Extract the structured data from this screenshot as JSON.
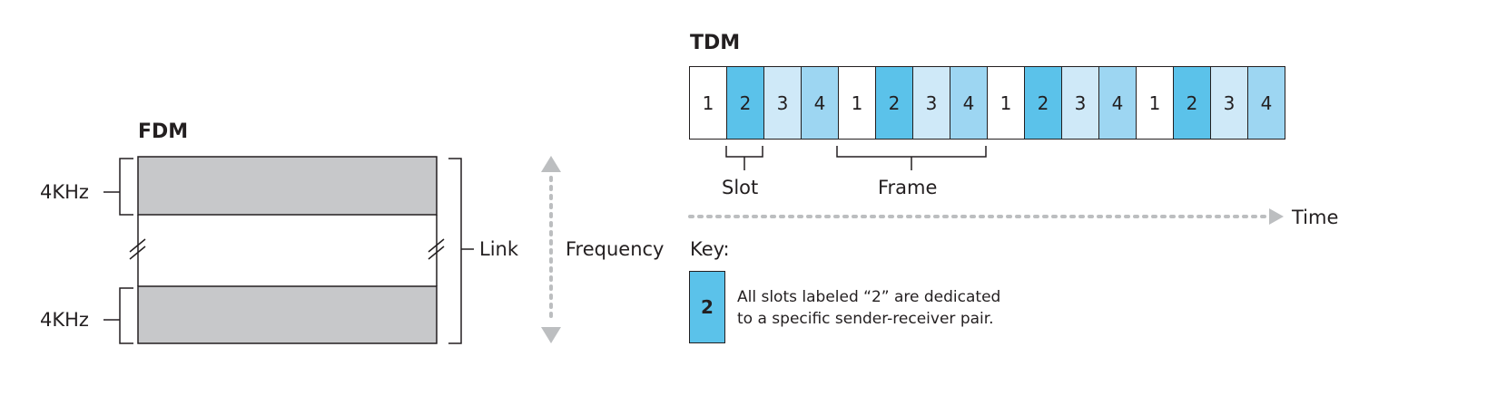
{
  "fdm": {
    "title": "FDM",
    "band_top_label": "4KHz",
    "band_bottom_label": "4KHz",
    "link_label": "Link",
    "frequency_label": "Frequency",
    "band_color": "#c7c8ca"
  },
  "tdm": {
    "title": "TDM",
    "slots": [
      "1",
      "2",
      "3",
      "4",
      "1",
      "2",
      "3",
      "4",
      "1",
      "2",
      "3",
      "4",
      "1",
      "2",
      "3",
      "4"
    ],
    "slot_colors": {
      "1": "#ffffff",
      "2": "#5bc2ea",
      "3": "#cfe9f8",
      "4": "#9dd6f2"
    },
    "slot_label": "Slot",
    "frame_label": "Frame",
    "time_label": "Time"
  },
  "key": {
    "title": "Key:",
    "box_value": "2",
    "line1": "All slots labeled “2” are dedicated",
    "line2": "to a specific sender-receiver pair."
  }
}
